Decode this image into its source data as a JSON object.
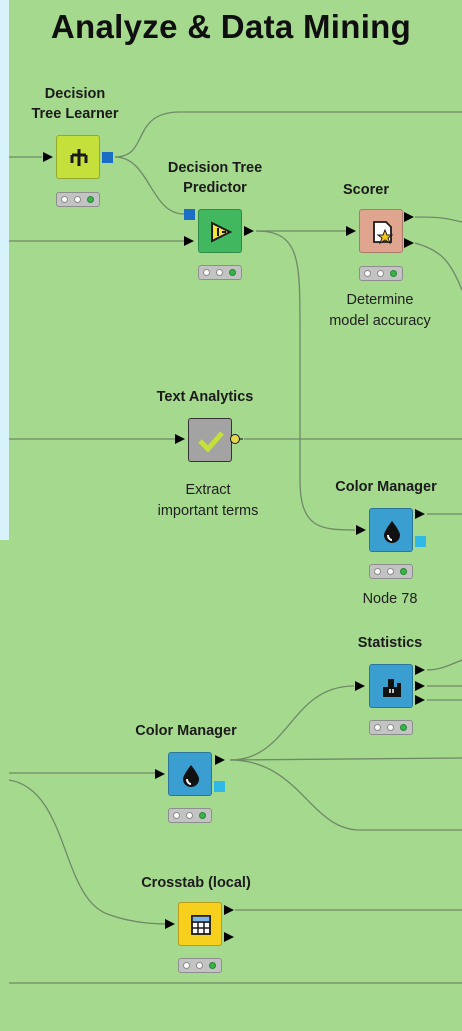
{
  "title": "Analyze & Data Mining",
  "colors": {
    "canvas_green": "#a5d98e",
    "side_light": "#d7f2fb",
    "learner": "#c6e03b",
    "predictor": "#41b860",
    "scorer": "#e0a58f",
    "text_analytics": "#a3a3a3",
    "color_manager": "#3b9ed1",
    "statistics": "#3b9ed1",
    "crosstab": "#f7cf1d"
  },
  "nodes": {
    "dt_learner": {
      "label": "Decision\nTree Learner",
      "icon": "decision-tree-icon"
    },
    "dt_predictor": {
      "label": "Decision Tree\nPredictor",
      "icon": "predictor-icon"
    },
    "scorer": {
      "label": "Scorer",
      "note": "Determine\nmodel accuracy",
      "icon": "scorer-icon"
    },
    "text_analytics": {
      "label": "Text Analytics",
      "note": "Extract\nimportant terms",
      "icon": "check-icon"
    },
    "color_manager_1": {
      "label": "Color Manager",
      "note": "Node 78",
      "icon": "color-drop-icon"
    },
    "statistics": {
      "label": "Statistics",
      "icon": "statistics-icon"
    },
    "color_manager_2": {
      "label": "Color Manager",
      "icon": "color-drop-icon"
    },
    "crosstab": {
      "label": "Crosstab (local)",
      "icon": "table-grid-icon"
    }
  }
}
